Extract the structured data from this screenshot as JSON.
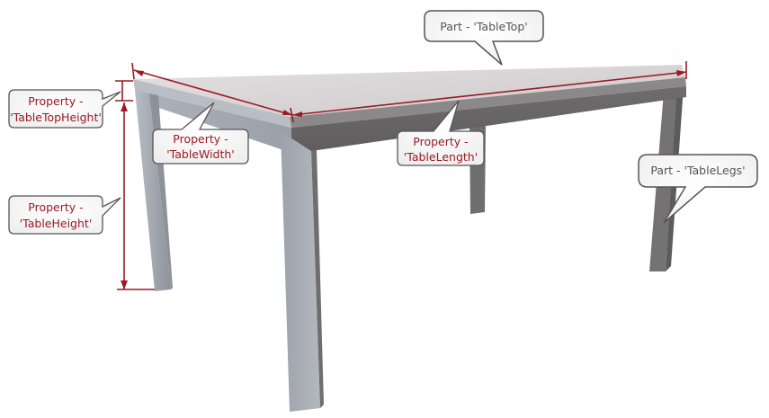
{
  "colors": {
    "dimension_line": "#9a1a24",
    "property_text": "#9a1a24",
    "part_text": "#555555",
    "callout_border": "#555555",
    "callout_fill": "#f7f7f7",
    "tabletop_surface": "#d8d4d6",
    "leg_light": "#a9adb5",
    "leg_dark": "#6f6f70"
  },
  "callouts": {
    "table_top": {
      "line1": "Part - 'TableTop'"
    },
    "table_legs": {
      "line1": "Part - 'TableLegs'"
    },
    "table_top_height": {
      "line1": "Property -",
      "line2": "'TableTopHeight'"
    },
    "table_width": {
      "line1": "Property -",
      "line2": "'TableWidth'"
    },
    "table_length": {
      "line1": "Property -",
      "line2": "'TableLength'"
    },
    "table_height": {
      "line1": "Property -",
      "line2": "'TableHeight'"
    }
  }
}
